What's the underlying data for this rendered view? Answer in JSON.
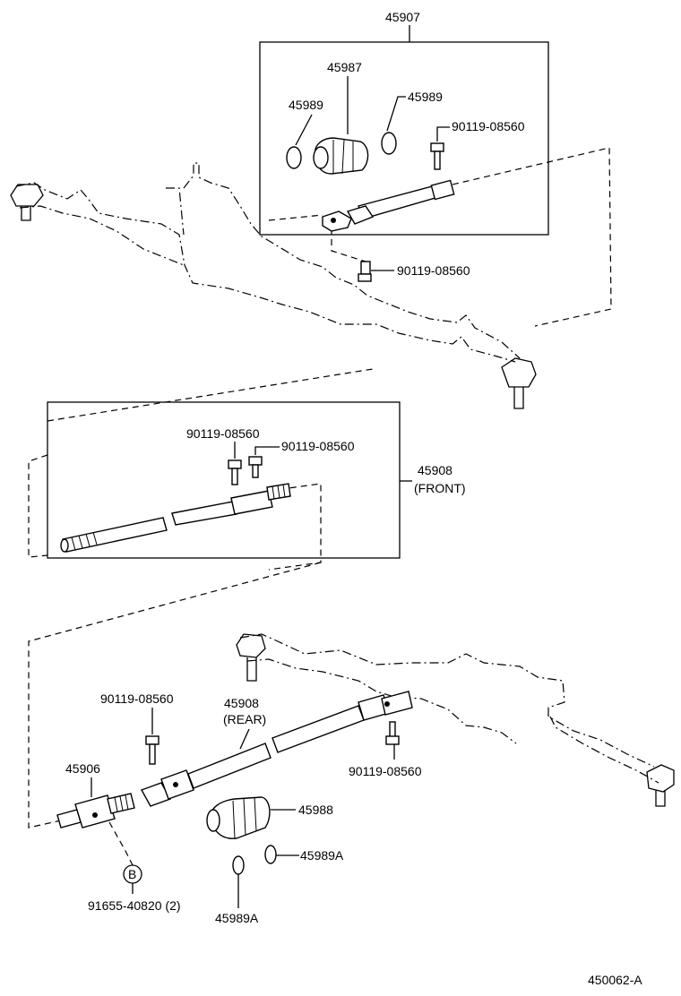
{
  "labels": {
    "p45907": "45907",
    "p45987": "45987",
    "p45989_left": "45989",
    "p45989_right": "45989",
    "bolt_top_box": "90119-08560",
    "bolt_top_below": "90119-08560",
    "bolt_front_1": "90119-08560",
    "bolt_front_2": "90119-08560",
    "p45908_front": "45908",
    "p45908_front_note": "(FRONT)",
    "bolt_rear_left": "90119-08560",
    "p45908_rear": "45908",
    "p45908_rear_note": "(REAR)",
    "bolt_rear_right": "90119-08560",
    "p45906": "45906",
    "p45988": "45988",
    "p45989A_right": "45989A",
    "p45989A_bottom": "45989A",
    "circle_b": "B",
    "p91655": "91655-40820 (2)",
    "figure_code": "450062-A"
  }
}
